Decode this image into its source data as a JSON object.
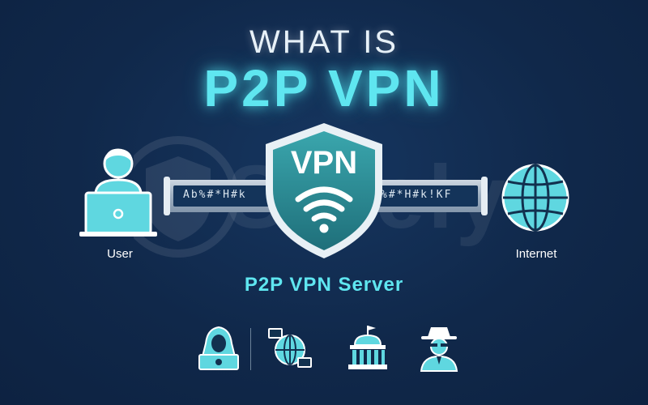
{
  "title": {
    "line1": "WHAT IS",
    "line2": "P2P VPN"
  },
  "shield": {
    "label": "VPN",
    "icon": "wifi-icon"
  },
  "tunnel": {
    "cipher_left": "Ab%#*H#k",
    "cipher_right": "%#*H#k!KF"
  },
  "nodes": {
    "user": "User",
    "internet": "Internet",
    "server": "P2P VPN Server"
  },
  "watermark": {
    "text": "Safely"
  },
  "threat_icons": [
    "hacker-icon",
    "network-icon",
    "government-icon",
    "spy-icon"
  ],
  "colors": {
    "background": "#10284a",
    "accent": "#5fe6f0",
    "shield_fill": "#2f8f98",
    "icon_fill": "#5fd7e0"
  }
}
